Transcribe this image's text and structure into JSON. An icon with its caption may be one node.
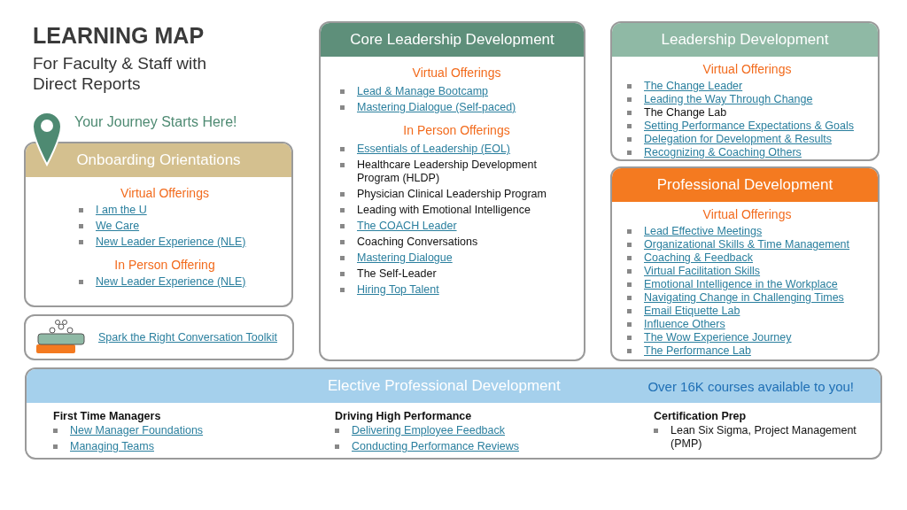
{
  "diagram": {
    "title": "LEARNING MAP",
    "nodes": [
      {
        "text": [
          "Onboarding Orientations",
          "Virtual Offerings",
          "I am the U",
          "We Care",
          "New Leader Experience (NLE)",
          "In Person Offering",
          "New Leader Experience (NLE)"
        ]
      },
      {
        "text": [
          "Spark the Right Conversation Toolkit"
        ]
      },
      {
        "text": [
          "Core Leadership Development",
          "Virtual Offerings",
          "Lead & Manage Bootcamp",
          "Mastering Dialogue (Self-paced)",
          "In Person Offerings",
          "Essentials of Leadership (EOL)",
          "Healthcare Leadership Development Program (HLDP)",
          "Physician Clinical Leadership Program",
          "Leading with Emotional Intelligence",
          "The COACH Leader",
          "Coaching Conversations",
          "Mastering Dialogue",
          "The Self-Leader",
          "Hiring Top Talent"
        ]
      },
      {
        "text": [
          "Leadership Development",
          "Virtual Offerings",
          "The Change Leader",
          "Leading the Way Through Change",
          "The Change Lab",
          "Setting Performance Expectations & Goals",
          "Delegation for Development & Results",
          "Recognizing & Coaching Others"
        ]
      },
      {
        "text": [
          "Professional Development",
          "Virtual Offerings",
          "Lead Effective Meetings",
          "Organizational Skills & Time Management",
          "Coaching & Feedback",
          "Virtual Facilitation Skills",
          "Emotional Intelligence in the Workplace",
          "Navigating Change in Challenging Times",
          "Email Etiquette Lab",
          "Influence Others",
          "The Wow Experience Journey",
          "The Performance Lab"
        ]
      },
      {
        "text": [
          "Elective Professional Development",
          "Over 16K courses available to you!",
          "First Time Managers",
          "New Manager Foundations",
          "Managing Teams",
          "Driving High Performance",
          "Delivering Employee Feedback",
          "Conducting Performance Reviews",
          "Certification Prep",
          "Lean Six Sigma, Project Management (PMP)"
        ]
      }
    ],
    "labels": [
      "For Faculty & Staff with Direct Reports",
      "Your Journey Starts Here!"
    ]
  }
}
